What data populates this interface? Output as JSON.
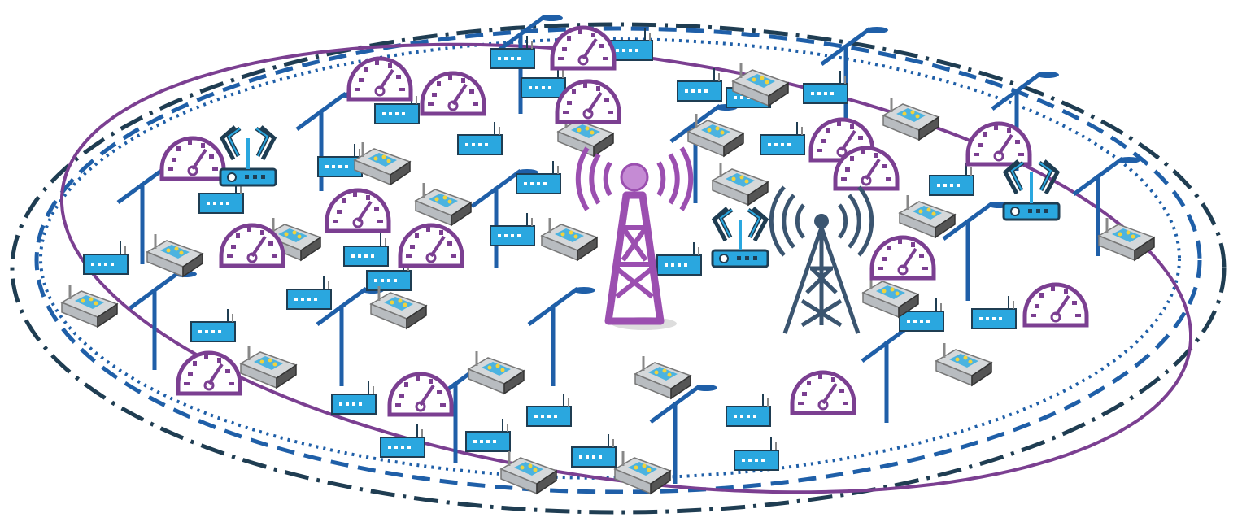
{
  "diagram": {
    "kind": "smart-grid wireless network illustration",
    "icons": [
      "smart-meter-icon",
      "street-light-icon",
      "gateway-icon",
      "sensor-device-icon",
      "wifi-router-icon",
      "purple-cell-tower-icon",
      "dark-cell-tower-icon"
    ],
    "boundaries": [
      "solid-purple-ellipse",
      "dashed-blue-ellipse",
      "dotted-blue-ellipse",
      "dash-dot-dark-ellipse"
    ]
  },
  "colors": {
    "purple": "#7b3f91",
    "blue": "#1f5fa8",
    "light_blue": "#2aa7df",
    "dark": "#1f3d52",
    "tower_dark": "#3b5570",
    "device_gray": "#b8bcc0"
  }
}
